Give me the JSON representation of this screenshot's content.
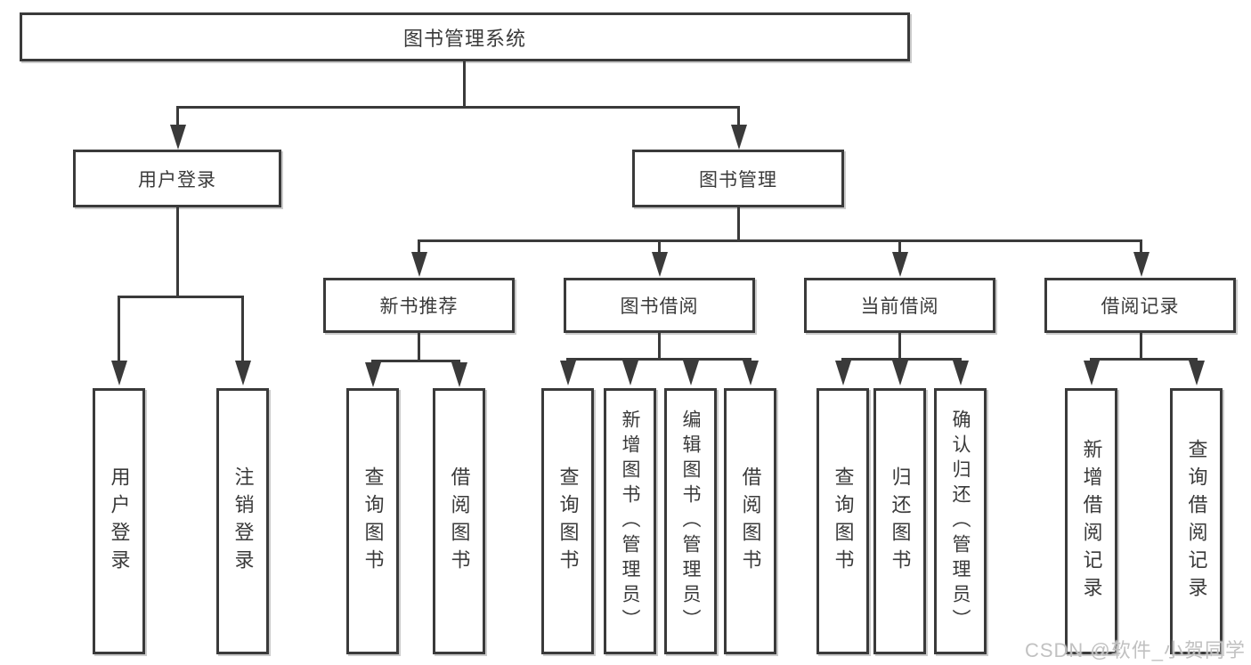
{
  "tree": {
    "root": "图书管理系统",
    "level2": [
      {
        "label": "用户登录"
      },
      {
        "label": "图书管理"
      }
    ],
    "level3": [
      {
        "label": "新书推荐"
      },
      {
        "label": "图书借阅"
      },
      {
        "label": "当前借阅"
      },
      {
        "label": "借阅记录"
      }
    ],
    "leaves": {
      "login": [
        "用户登录",
        "注销登录"
      ],
      "recommend": [
        "查询图书",
        "借阅图书"
      ],
      "borrow": [
        "查询图书",
        "新增图书（管理员）",
        "编辑图书（管理员）",
        "借阅图书"
      ],
      "current": [
        "查询图书",
        "归还图书",
        "确认归还（管理员）"
      ],
      "records": [
        "新增借阅记录",
        "查询借阅记录"
      ]
    }
  },
  "watermark": "CSDN @软件_小贺同学",
  "colors": {
    "line": "#3a3a3a",
    "box_border": "#3a3a3a",
    "text": "#3a3a3a",
    "background": "#ffffff",
    "watermark": "#bebebe"
  }
}
